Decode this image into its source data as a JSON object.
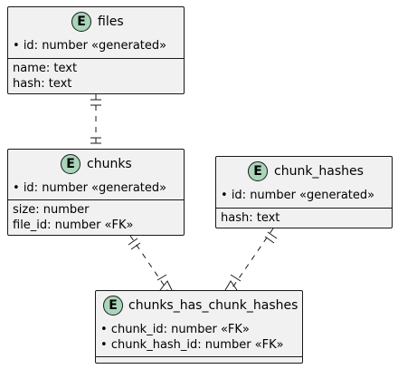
{
  "entities": {
    "files": {
      "badge": "E",
      "title": "files",
      "keys": [
        "id: number «generated»"
      ],
      "attrs": [
        "name: text",
        "hash: text"
      ]
    },
    "chunks": {
      "badge": "E",
      "title": "chunks",
      "keys": [
        "id: number «generated»"
      ],
      "attrs": [
        "size: number",
        "file_id: number «FK»"
      ]
    },
    "chunk_hashes": {
      "badge": "E",
      "title": "chunk_hashes",
      "keys": [
        "id: number «generated»"
      ],
      "attrs": [
        "hash: text"
      ]
    },
    "chunks_has_chunk_hashes": {
      "badge": "E",
      "title": "chunks_has_chunk_hashes",
      "keys": [
        "chunk_id: number «FK»",
        "chunk_hash_id: number «FK»"
      ],
      "attrs": []
    }
  },
  "relations": [
    {
      "from": "files",
      "to": "chunks",
      "from_card": "exactly-one",
      "to_card": "exactly-one"
    },
    {
      "from": "chunks",
      "to": "chunks_has_chunk_hashes",
      "from_card": "exactly-one",
      "to_card": "one-or-many"
    },
    {
      "from": "chunk_hashes",
      "to": "chunks_has_chunk_hashes",
      "from_card": "exactly-one",
      "to_card": "one-or-many"
    }
  ]
}
